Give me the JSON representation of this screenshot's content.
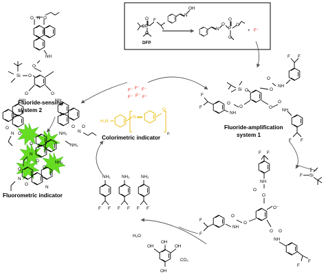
{
  "dfp_box": {
    "dfp_label": "DFP",
    "atom_F": "F",
    "atom_O": "O",
    "atom_P": "P",
    "atom_N": "N",
    "atom_OH": "OH",
    "fluoride_ion": "F⁻",
    "plus": "+"
  },
  "labels": {
    "fluoride_sensing": "Fluoride-sensing",
    "system2": "system 2",
    "colorimetric": "Colorimetric indicator",
    "fluoride_amp": "Fluoride-amplification",
    "system1": "system 1",
    "fluorometric": "Fluorometric indicator",
    "h2o": "H₂O",
    "co2": "CO₂",
    "repeat_n": "n"
  },
  "atoms": {
    "NH2": "NH₂",
    "NH": "NH",
    "O": "O",
    "N": "N",
    "F": "F",
    "Si": "Si",
    "OH": "OH",
    "H2N": "H₂N",
    "F_minus": "F⁻",
    "O_minus": "O⁻"
  },
  "colors": {
    "fluoride_red": "#e2231a",
    "colorimetric_yellow": "#e6b800",
    "fluorescence_green": "#66dd22",
    "arrow_gray": "#555555"
  }
}
